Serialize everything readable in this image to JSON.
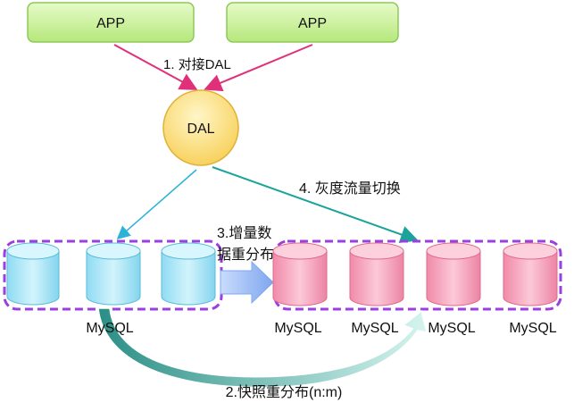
{
  "apps": [
    {
      "label": "APP"
    },
    {
      "label": "APP"
    }
  ],
  "dal": {
    "label": "DAL"
  },
  "steps": {
    "step1": "1. 对接DAL",
    "step2": "2.快照重分布(n:m)",
    "step3_line1": "3.增量数",
    "step3_line2": "据重分布",
    "step4": "4. 灰度流量切换"
  },
  "source_dbs": [
    {
      "label": ""
    },
    {
      "label": "MySQL"
    },
    {
      "label": ""
    }
  ],
  "target_dbs": [
    {
      "label": "MySQL"
    },
    {
      "label": "MySQL"
    },
    {
      "label": "MySQL"
    },
    {
      "label": "MySQL"
    }
  ],
  "colors": {
    "app_fill": "#c9f29a",
    "app_stroke": "#8fc85a",
    "dal_fill": "#fde28a",
    "dal_stroke": "#e0b23a",
    "source_fill": "#a9e6f7",
    "source_stroke": "#5bbbd8",
    "target_fill": "#f7a3bb",
    "target_stroke": "#e06a8d",
    "group_border": "#9b3fe0",
    "arrow_pink": "#e0307a",
    "arrow_teal": "#1aa39a",
    "arrow_cyan": "#2ab3d6",
    "arrow_block": "#8fb4f5"
  }
}
